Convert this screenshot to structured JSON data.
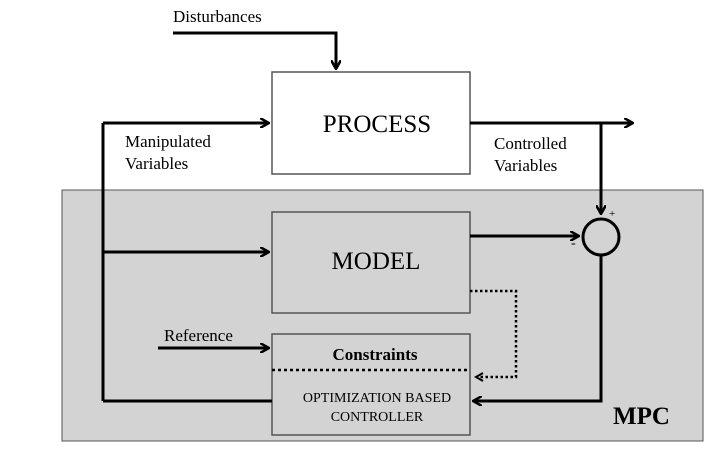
{
  "labels": {
    "disturbances": "Disturbances",
    "process": "PROCESS",
    "manipulated_line1": "Manipulated",
    "manipulated_line2": "Variables",
    "controlled_line1": "Controlled",
    "controlled_line2": "Variables",
    "model": "MODEL",
    "reference": "Reference",
    "constraints": "Constraints",
    "controller_line1": "OPTIMIZATION BASED",
    "controller_line2": "CONTROLLER",
    "mpc": "MPC",
    "sum_plus": "+",
    "sum_minus": "-"
  },
  "colors": {
    "mpc_background": "#d3d3d3",
    "stroke": "#000000",
    "process_fill": "#ffffff"
  }
}
